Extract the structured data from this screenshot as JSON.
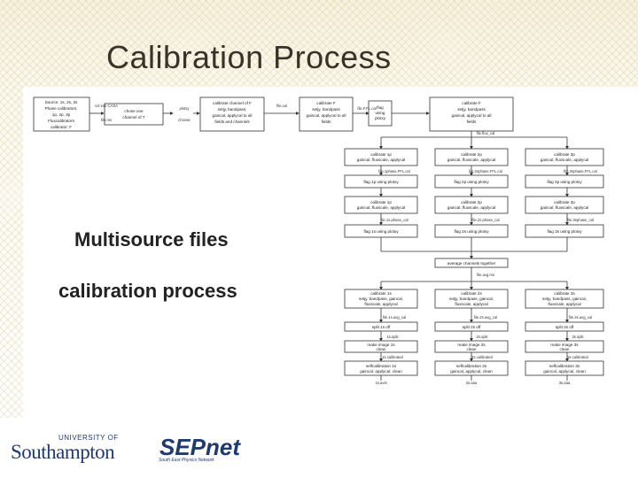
{
  "slide": {
    "title": "Calibration Process",
    "subtitle_line1": "Multisource files",
    "subtitle_line2": "calibration process"
  },
  "flowchart": {
    "boxes": {
      "source": "Source: 1s, 2s, 3s Phase calibrators: 1p, 2p, 3p Fluxcalibrators calibrator: F",
      "chose_channel": "chose one channel of T",
      "calibrate_F": "calibrate channel of F setjy, bandpass, gaincal, applycal to all fields and channels",
      "calibrate_F2": "calibrate F setjy, bandpass gaincal, applycal to all fields",
      "flag_using_plotxy": "flag using plotxy",
      "calibrate_F3": "calibrate F setjy, bandpass gaincal, applycal to all fields",
      "cal_1p": "calibrate 1p gaincal, fluxscale, applycal",
      "cal_2p": "calibrate 2p gaincal, fluxscale, applycal",
      "cal_3p": "calibrate 3p gaincal, fluxscale, applycal",
      "flag_1p": "flag 1p using plotxy",
      "flag_2p": "flag 2p using plotxy",
      "flag_3p": "flag 3p using plotxy",
      "cal_1p_b": "calibrate 1p gaincal, fluxscale, applycal",
      "cal_2p_b": "calibrate 2p gaincal, fluxscale, applycal",
      "cal_3p_b": "calibrate 3p gaincal, fluxscale, applycal",
      "flag_1s": "flag 1s using plotxy",
      "flag_2s": "flag 2s using plotxy",
      "flag_3s": "flag 3s using plotxy",
      "average": "average channels together",
      "cal_1s": "calibrate 1s setjy, bandpass, gaincal, fluxscale, applycal",
      "cal_2s": "calibrate 2s setjy, bandpass, gaincal, fluxscale, applycal",
      "cal_3s": "calibrate 3s setjy, bandpass, gaincal, fluxscale, applycal",
      "split_1s": "split 1s off",
      "split_2s": "split 2s off",
      "split_3s": "split 3s off",
      "image_1s": "make image 1s clean",
      "image_2s": "make image 2s clean",
      "image_3s": "make image 3s clean",
      "selfcal_1s": "selfcalibration 1s gaincal, applycal, clean",
      "selfcal_2s": "selfcalibration 2s gaincal, applycal, clean",
      "selfcal_3s": "selfcalibration 3s gaincal, applycal, clean"
    },
    "labels": {
      "col_into_casa": "col into CASA",
      "file_ms": "file.ms",
      "plotxy": "plotxy",
      "choose": "choose",
      "file_cal": "file.cal",
      "file_ch_cal": "file.F.FL.cal",
      "file_flux_cal": "file.flux_cal",
      "f1_phase": "file.1phase.FFL.cal",
      "f2_phase": "file.2sphase.FFL.cal",
      "f3_phase": "file.3sphase.FFL.cal",
      "f1_phase_cal": "file.1s.phase_cal",
      "f2_phase_cal": "file.2s.phase_cal",
      "f3_phase_cal": "file.3sphase_cal",
      "file_avg": "file.avg.ms",
      "f1_avg": "file.1s.avg_cal",
      "f2_avg": "file.2s.avg_cal",
      "f3_avg": "file.3s.avg_cal",
      "s1_split": "1s.split",
      "s2_split": "2s.split",
      "s3_split": "3s.split",
      "s1_calib": "1s.calibrated",
      "s2_calib": "2s.calibrated",
      "s3_calib": "3s.calibrated",
      "s1_ms": "1s.avsl",
      "s2_ms": "2s.aaa",
      "s3_ms": "3s.aaa"
    }
  },
  "logos": {
    "university_of": "UNIVERSITY OF",
    "southampton": "Southampton",
    "sepnet": "SEPnet",
    "sepnet_sub": "South East Physics Network"
  }
}
